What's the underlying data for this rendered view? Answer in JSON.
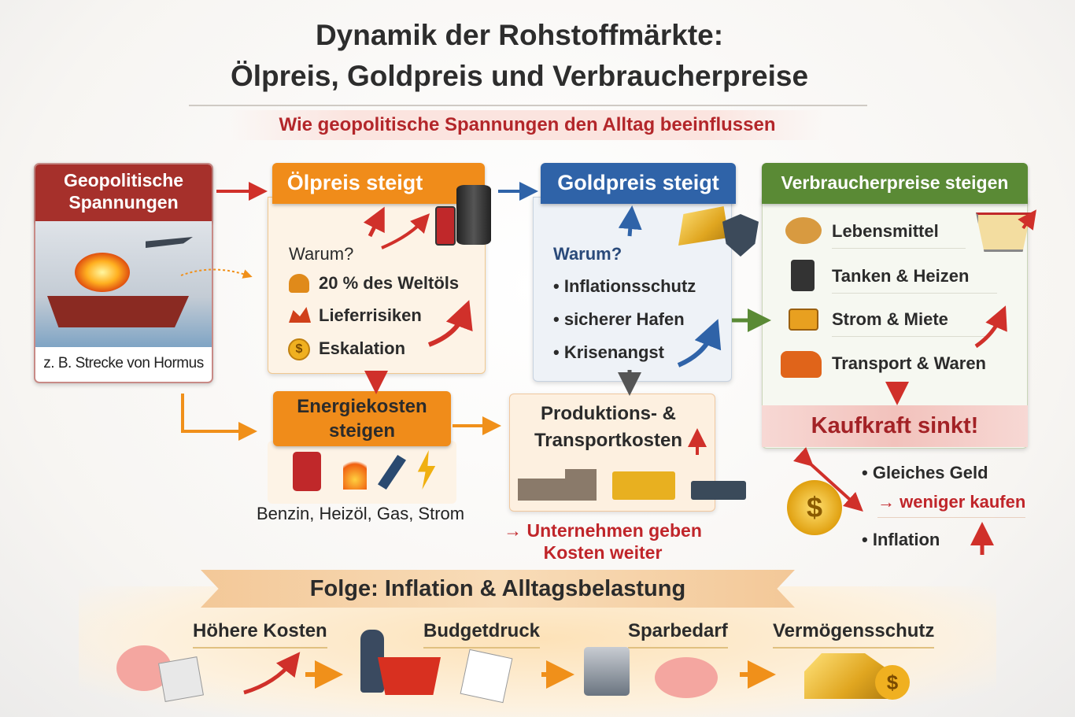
{
  "title": {
    "line1": "Dynamik der Rohstoffmärkte:",
    "line2": "Ölpreis, Goldpreis und Verbraucherpreise"
  },
  "subtitle": "Wie geopolitische Spannungen den Alltag beeinflussen",
  "geo": {
    "header_line1": "Geopolitische",
    "header_line2": "Spannungen",
    "caption": "z. B. Strecke von Hormus"
  },
  "oil": {
    "header": "Ölpreis steigt",
    "why": "Warum?",
    "items": [
      "20 % des Weltöls",
      "Lieferrisiken",
      "Eskalation"
    ]
  },
  "gold": {
    "header": "Goldpreis steigt",
    "why": "Warum?",
    "items": [
      "Inflationsschutz",
      "sicherer Hafen",
      "Krisenangst"
    ]
  },
  "consumer": {
    "header": "Verbraucherpreise steigen",
    "items": [
      "Lebensmittel",
      "Tanken & Heizen",
      "Strom & Miete",
      "Transport & Waren"
    ],
    "banner": "Kaufkraft sinkt!"
  },
  "energy": {
    "header_line1": "Energiekosten",
    "header_line2": "steigen",
    "caption": "Benzin, Heizöl, Gas, Strom"
  },
  "production": {
    "line1": "Produktions- &",
    "line2": "Transportkosten",
    "note_line1": "Unternehmen geben",
    "note_line2": "Kosten weiter"
  },
  "purchasing": {
    "item1": "Gleiches Geld",
    "item2": "weniger kaufen",
    "item3": "Inflation"
  },
  "bottom": {
    "banner": "Folge: Inflation & Alltagsbelastung",
    "steps": [
      "Höhere Kosten",
      "Budgetdruck",
      "Sparbedarf",
      "Vermögensschutz"
    ]
  },
  "colors": {
    "red": "#a6302b",
    "orange": "#f08c1a",
    "blue": "#2f63a8",
    "green": "#5a8a35"
  }
}
